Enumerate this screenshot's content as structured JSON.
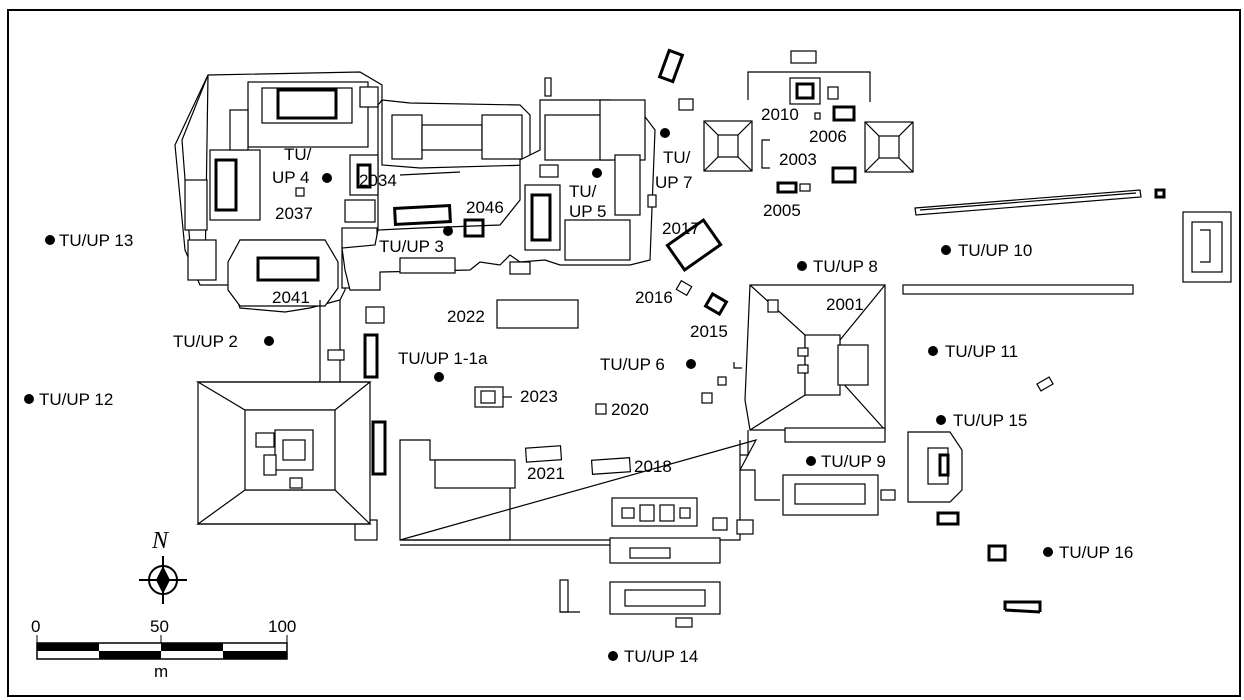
{
  "north_label": "N",
  "scale": {
    "ticks": [
      "0",
      "50",
      "100"
    ],
    "unit": "m"
  },
  "labels": {
    "tu_up_1": "TU/UP 1-1a",
    "tu_up_2": "TU/UP 2",
    "tu_up_3": "TU/UP 3",
    "tu_up_4_a": "TU/",
    "tu_up_4_b": "UP 4",
    "tu_up_5_a": "TU/",
    "tu_up_5_b": "UP 5",
    "tu_up_6": "TU/UP 6",
    "tu_up_7_a": "TU/",
    "tu_up_7_b": "UP 7",
    "tu_up_8": "TU/UP 8",
    "tu_up_9": "TU/UP 9",
    "tu_up_10": "TU/UP 10",
    "tu_up_11": "TU/UP 11",
    "tu_up_12": "TU/UP 12",
    "tu_up_13": "TU/UP 13",
    "tu_up_14": "TU/UP 14",
    "tu_up_15": "TU/UP 15",
    "tu_up_16": "TU/UP 16",
    "s2001": "2001",
    "s2003": "2003",
    "s2005": "2005",
    "s2006": "2006",
    "s2010": "2010",
    "s2015": "2015",
    "s2016": "2016",
    "s2017": "2017",
    "s2018": "2018",
    "s2020": "2020",
    "s2021": "2021",
    "s2022": "2022",
    "s2023": "2023",
    "s2034": "2034",
    "s2037": "2037",
    "s2041": "2041",
    "s2046": "2046"
  }
}
